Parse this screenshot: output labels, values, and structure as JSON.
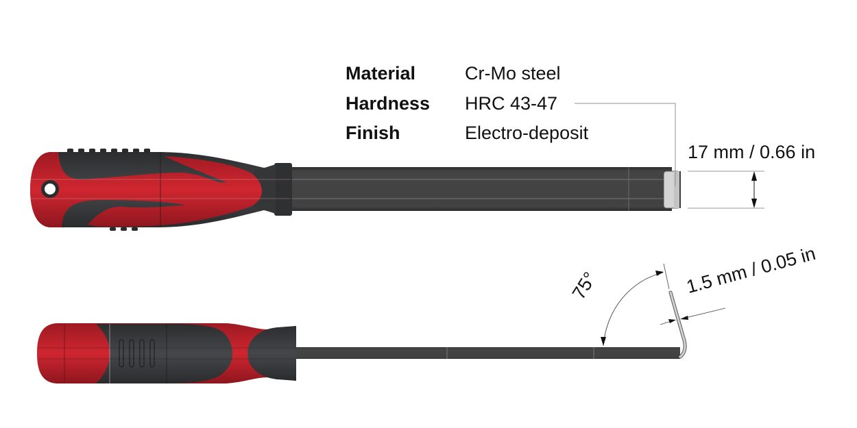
{
  "specs": {
    "rows": [
      {
        "label": "Material",
        "value": "Cr-Mo steel"
      },
      {
        "label": "Hardness",
        "value": "HRC 43-47"
      },
      {
        "label": "Finish",
        "value": "Electro-deposit"
      }
    ]
  },
  "dimensions": {
    "tip_width": "17 mm / 0.66 in",
    "tip_thickness": "1.5 mm / 0.05 in",
    "bend_angle": "75°"
  },
  "colors": {
    "handle_red": "#c0202a",
    "handle_dark": "#3a3b3d",
    "shaft": "#404040",
    "tip_steel": "#d0d0d0",
    "dimension_line": "#9a9a9a"
  },
  "views": {
    "top_view": "side view of scraper with flat blade tip",
    "bottom_view": "profile view with 75° bent hook tip"
  }
}
